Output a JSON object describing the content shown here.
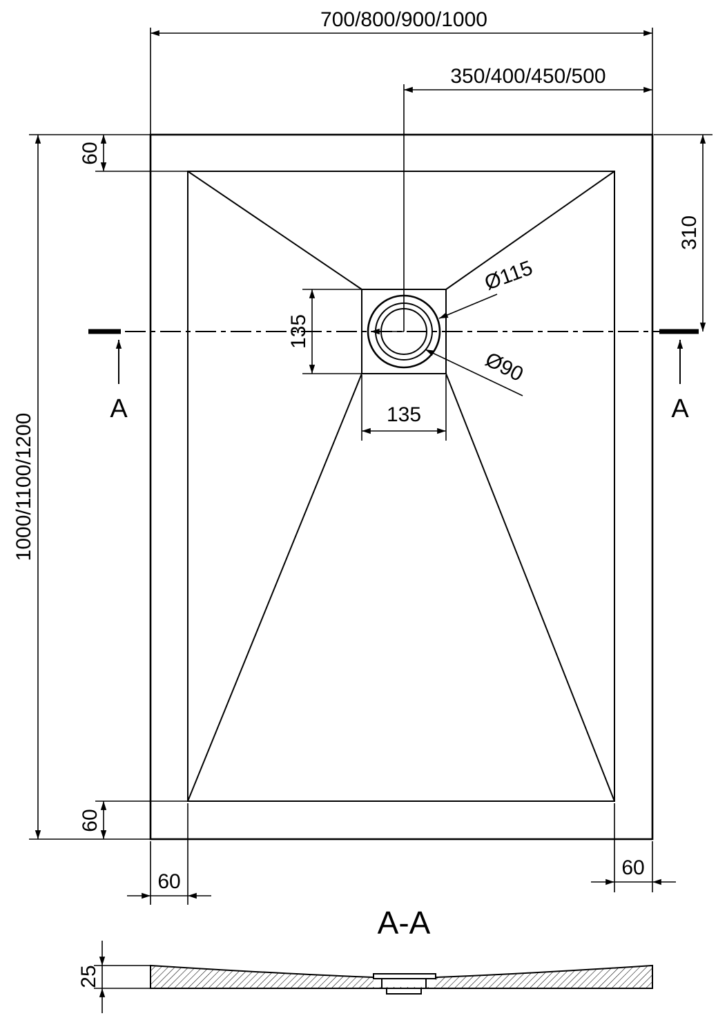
{
  "page": {
    "background_color": "#ffffff",
    "line_color": "#000000"
  },
  "plan": {
    "dim_overall_width": "700/800/900/1000",
    "dim_drain_offset": "350/400/450/500",
    "dim_overall_length": "1000/1100/1200",
    "dim_margin_top": "60",
    "dim_margin_bottom": "60",
    "dim_margin_left": "60",
    "dim_margin_right": "60",
    "dim_drain_center_from_top": "310",
    "dim_drain_box_height": "135",
    "dim_drain_box_width": "135",
    "dim_drain_outer_diameter": "Ø115",
    "dim_drain_inner_diameter": "Ø90",
    "section_marker_left": "A",
    "section_marker_right": "A"
  },
  "section": {
    "title": "A-A",
    "dim_thickness": "25"
  }
}
